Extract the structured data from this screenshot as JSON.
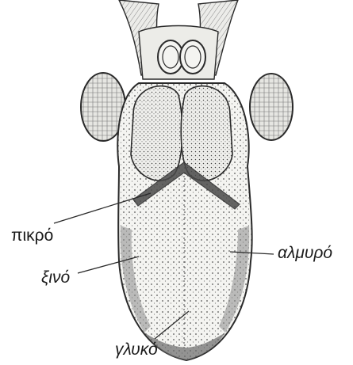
{
  "labels": {
    "bitter": "πικρό",
    "salty": "αλμυρό",
    "sour": "ξινό",
    "sweet": "γλυκό"
  },
  "colors": {
    "line": "#2a2a2a",
    "tissue": "#f1f1ee",
    "shade": "#9a9a9a",
    "dark_band": "#5a5a5a"
  }
}
